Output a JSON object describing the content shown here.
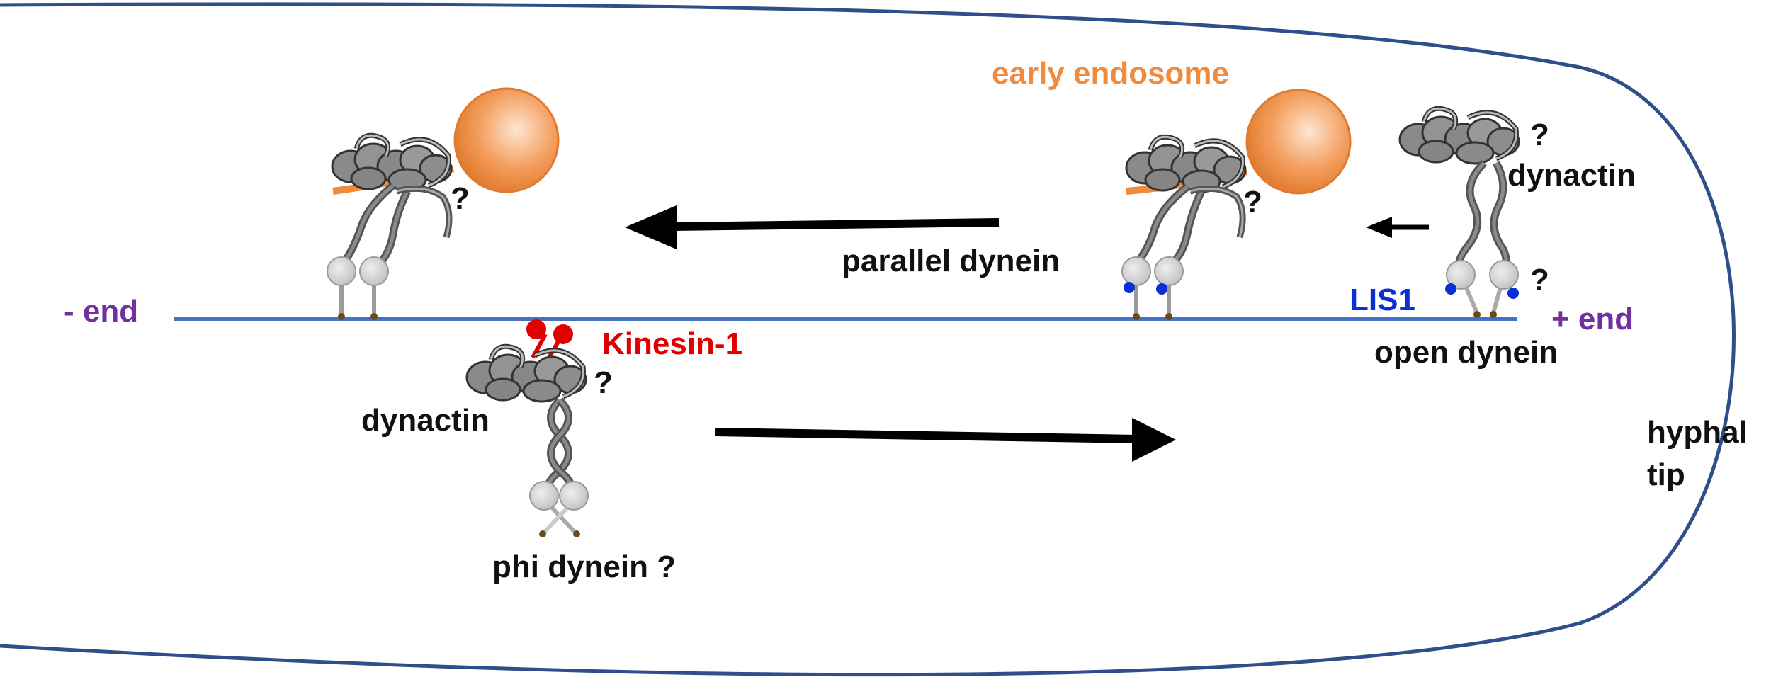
{
  "labels": {
    "minus_end": "-  end",
    "plus_end": "+ end",
    "early_endosome": "early endosome",
    "parallel_dynein": "parallel dynein",
    "dynactin_top": "dynactin",
    "lis1": "LIS1",
    "open_dynein": "open dynein",
    "kinesin": "Kinesin-1",
    "dynactin_bottom": "dynactin",
    "phi_dynein": "phi dynein ?",
    "hyphal_line1": "hyphal",
    "hyphal_line2": "tip",
    "question": "?"
  },
  "colors": {
    "membrane": "#2f4f8a",
    "microtubule": "#4472c4",
    "end_label": "#7030a0",
    "endosome": "#f08a3c",
    "kinesin": "#e00000",
    "lis1": "#0a2fd6",
    "dynein_gray": "#7a7a7a",
    "motor_head": "#c8c8c8"
  }
}
